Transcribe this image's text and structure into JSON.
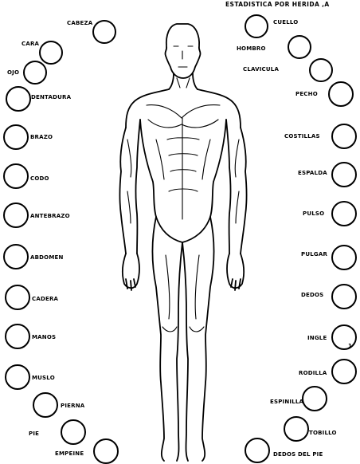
{
  "header": {
    "top_text": "ESTADISTICA POR HERIDA ,A"
  },
  "labels": {
    "cabeza": "CABEZA",
    "cara": "CARA",
    "ojo": "OJO",
    "dentadura": "DENTADURA",
    "brazo": "BRAZO",
    "codo": "CODO",
    "antebrazo": "ANTEBRAZO",
    "abdomen": "ABDOMEN",
    "cadera": "CADERA",
    "manos": "MANOS",
    "muslo": "MUSLO",
    "pierna": "PIERNA",
    "pie": "PIE",
    "empeine": "EMPEINE",
    "cuello": "CUELLO",
    "hombro": "HOMBRO",
    "clavicula": "CLAVICULA",
    "pecho": "PECHO",
    "costillas": "COSTILLAS",
    "espalda": "ESPALDA",
    "pulso": "PULSO",
    "pulgar": "PULGAR",
    "dedos": "DEDOS",
    "ingle": "INGLE",
    "rodilla": "RODILLA",
    "espinilla": "ESPINILLA",
    "tobillo": "TOBILLO",
    "dedos_del_pie": "DEDOS DEL PIE"
  },
  "counts": {
    "ingle": "1"
  }
}
